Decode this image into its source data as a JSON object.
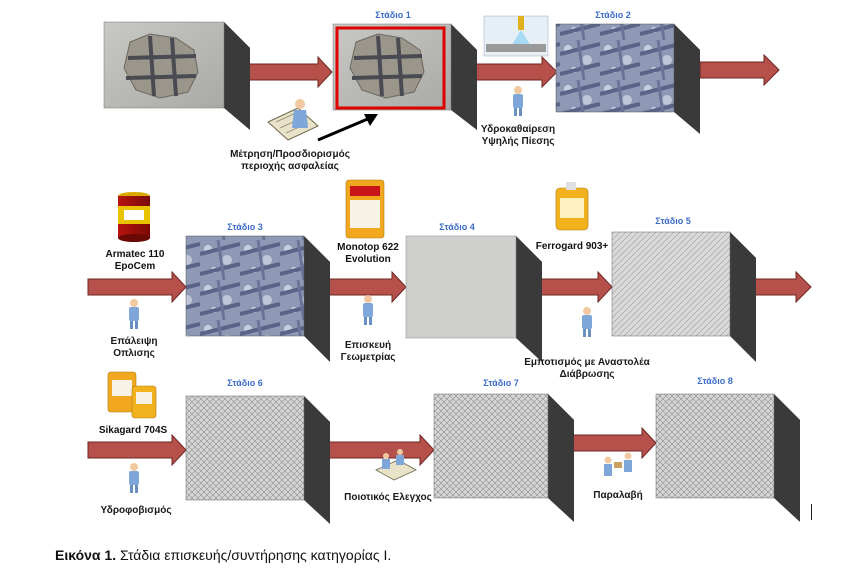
{
  "colors": {
    "arrow": "#b5504a",
    "arrow_stroke": "#6e2622",
    "cube_side": "#3a3a3a",
    "cube_top": "#4a4a4a",
    "stage_title": "#3a6cc8",
    "highlight": "#e00000",
    "worker": "#7fa6d8"
  },
  "stages": {
    "s1": "Στάδιο 1",
    "s2": "Στάδιο 2",
    "s3": "Στάδιο 3",
    "s4": "Στάδιο 4",
    "s5": "Στάδιο 5",
    "s6": "Στάδιο 6",
    "s7": "Στάδιο 7",
    "s8": "Στάδιο 8"
  },
  "steps": {
    "measure_line1": "Μέτρηση/Προσδιορισμός",
    "measure_line2": "περιοχής ασφαλείας",
    "hydro_line1": "Υδροκαθαίρεση",
    "hydro_line2": "Υψηλής Πίεσης",
    "coat_line1": "Επάλειψη",
    "coat_line2": "Οπλισης",
    "geom_line1": "Επισκευή",
    "geom_line2": "Γεωμετρίας",
    "impreg_line1": "Εμποτισμός με Αναστολέα",
    "impreg_line2": "Διάβρωσης",
    "hydrophob": "Υδροφοβισμός",
    "quality": "Ποιοτικός Ελεγχος",
    "receipt": "Παραλαβή"
  },
  "products": {
    "armatec_line1": "Armatec 110",
    "armatec_line2": "EpoCem",
    "monotop_line1": "Monotop 622",
    "monotop_line2": "Evolution",
    "ferrogard": "Ferrogard 903+",
    "sikagard": "Sikagard 704S"
  },
  "caption": {
    "lead": "Εικόνα 1.",
    "text": " Στάδια επισκευής/συντήρησης κατηγορίας Ι."
  }
}
